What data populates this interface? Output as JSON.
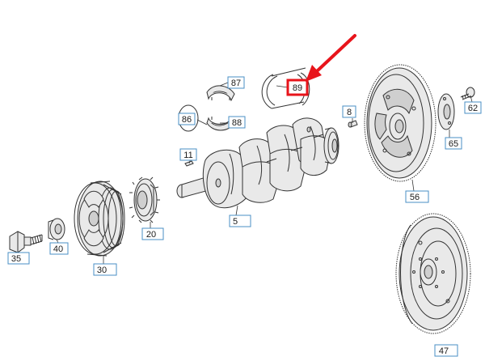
{
  "diagram": {
    "callouts": [
      {
        "id": "87",
        "text": "87"
      },
      {
        "id": "86",
        "text": "86"
      },
      {
        "id": "88",
        "text": "88"
      },
      {
        "id": "89",
        "text": "89"
      },
      {
        "id": "8",
        "text": "8"
      },
      {
        "id": "62",
        "text": "62"
      },
      {
        "id": "65",
        "text": "65"
      },
      {
        "id": "11",
        "text": "11"
      },
      {
        "id": "56",
        "text": "56"
      },
      {
        "id": "5",
        "text": "5"
      },
      {
        "id": "20",
        "text": "20"
      },
      {
        "id": "35",
        "text": "35"
      },
      {
        "id": "40",
        "text": "40"
      },
      {
        "id": "30",
        "text": "30"
      },
      {
        "id": "47",
        "text": "47"
      }
    ],
    "highlight": {
      "target": "89",
      "color": "#e8141b"
    }
  }
}
